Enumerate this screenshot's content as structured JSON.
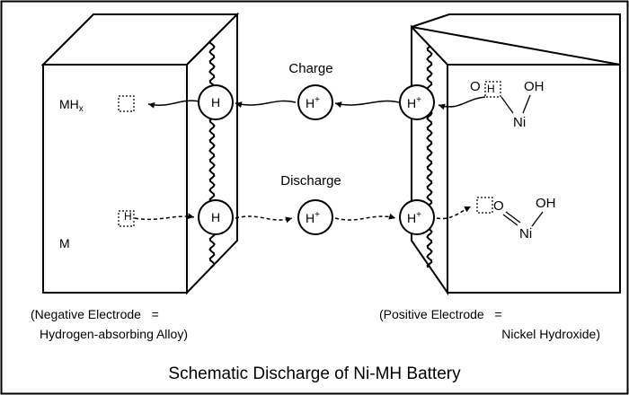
{
  "diagram": {
    "title": "Schematic Discharge of Ni-MH Battery",
    "process_labels": {
      "charge": "Charge",
      "discharge": "Discharge"
    },
    "negative_electrode": {
      "state_top": "MH",
      "state_top_subscript": "x",
      "state_bottom": "M",
      "caption_line1": "(Negative Electrode   =",
      "caption_line2": "Hydrogen-absorbing Alloy)"
    },
    "positive_electrode": {
      "caption_line1": "(Positive Electrode   =",
      "caption_line2": "Nickel Hydroxide)",
      "molecule_top": {
        "o_label": "O",
        "h_label": "H",
        "oh_label": "OH",
        "ni_label": "Ni"
      },
      "molecule_bottom": {
        "o_label": "O",
        "oh_label": "OH",
        "ni_label": "Ni"
      }
    },
    "species": {
      "hydrogen_atom": "H",
      "proton": "H",
      "proton_charge": "+",
      "h_in_vacancy": "H"
    }
  }
}
